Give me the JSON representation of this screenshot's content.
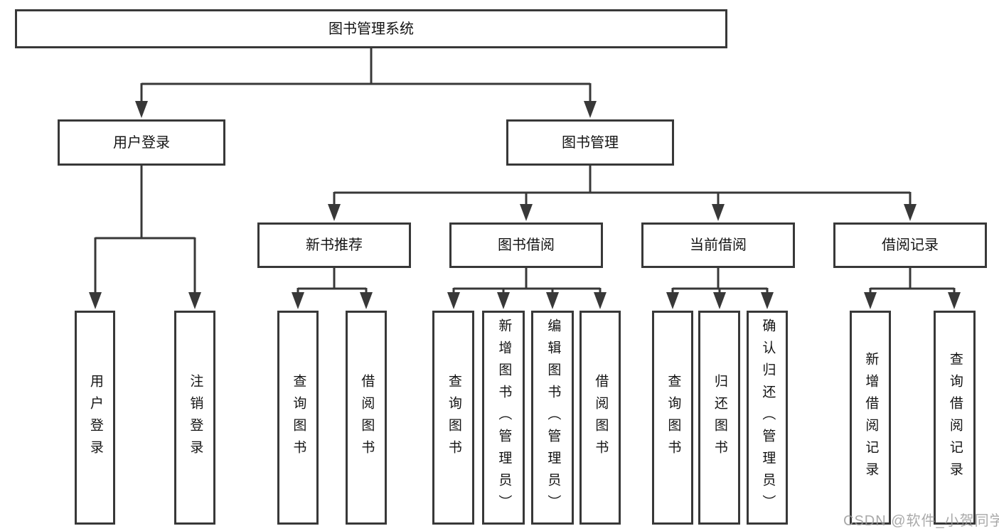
{
  "tree": {
    "root": {
      "label": "图书管理系统",
      "children": [
        {
          "label": "用户登录",
          "children": [
            {
              "label": "用户登录"
            },
            {
              "label": "注销登录"
            }
          ]
        },
        {
          "label": "图书管理",
          "children": [
            {
              "label": "新书推荐",
              "children": [
                {
                  "label": "查询图书"
                },
                {
                  "label": "借阅图书"
                }
              ]
            },
            {
              "label": "图书借阅",
              "children": [
                {
                  "label": "查询图书"
                },
                {
                  "label": "新增图书（管理员）"
                },
                {
                  "label": "编辑图书（管理员）"
                },
                {
                  "label": "借阅图书"
                }
              ]
            },
            {
              "label": "当前借阅",
              "children": [
                {
                  "label": "查询图书"
                },
                {
                  "label": "归还图书"
                },
                {
                  "label": "确认归还（管理员）"
                }
              ]
            },
            {
              "label": "借阅记录",
              "children": [
                {
                  "label": "新增借阅记录"
                },
                {
                  "label": "查询借阅记录"
                }
              ]
            }
          ]
        }
      ]
    }
  },
  "watermark": {
    "text": "CSDN @软件_小贺同学"
  },
  "colors": {
    "background": "#ffffff",
    "line": "#383838",
    "box_border": "#383838",
    "text": "#141414",
    "watermark": "#9b9b9b"
  }
}
